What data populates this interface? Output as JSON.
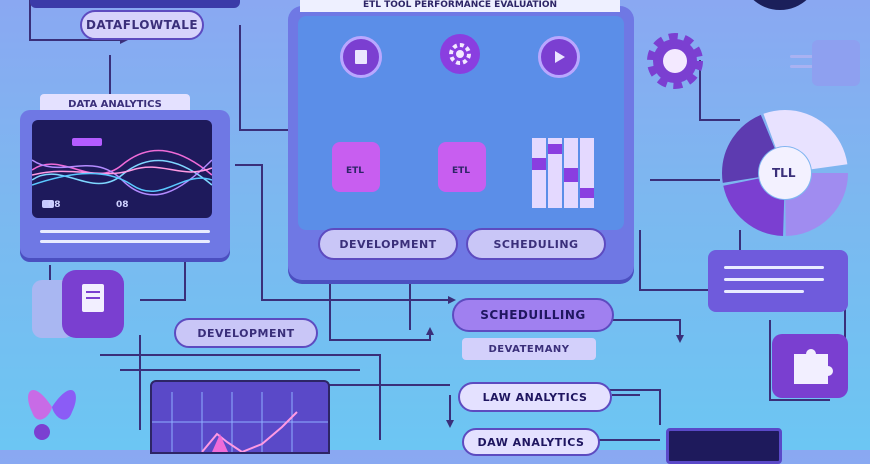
{
  "colors": {
    "bg_top": "#8aa8f2",
    "bg_bottom": "#6cc6f3",
    "panel": "#6f78e4",
    "panel_dark": "#3b3aa8",
    "accent_purple": "#7b3fd1",
    "pill_light": "#c9c6f7",
    "wire": "#3a2f7a"
  },
  "header": {
    "top_title": "ETL TOOL PERFORMANCE EVALUATION",
    "top_left_tag": "DATAFLOWTALE"
  },
  "analytics_panel": {
    "title": "DATA ANALYTICS",
    "readouts": [
      "08",
      "08"
    ]
  },
  "pipeline_panel": {
    "db1_label": "ETL",
    "db2_label": "ETL",
    "button_left": "DEVELOPMENT",
    "button_right": "SCHEDULING"
  },
  "right_widgets": {
    "donut_label": "TLL"
  },
  "lower_labels": {
    "development": "DEVELOPMENT",
    "scheduling": "SCHEDUILLING",
    "development_small": "DEVATEMANY",
    "law_analytics_1": "LAW ANALYTICS",
    "law_analytics_2": "DAW ANALYTICS"
  },
  "icons": [
    "document-icon",
    "gear-icon",
    "play-icon",
    "database-icon",
    "puzzle-icon",
    "butterfly-icon",
    "chart-icon",
    "donut-chart-icon"
  ]
}
